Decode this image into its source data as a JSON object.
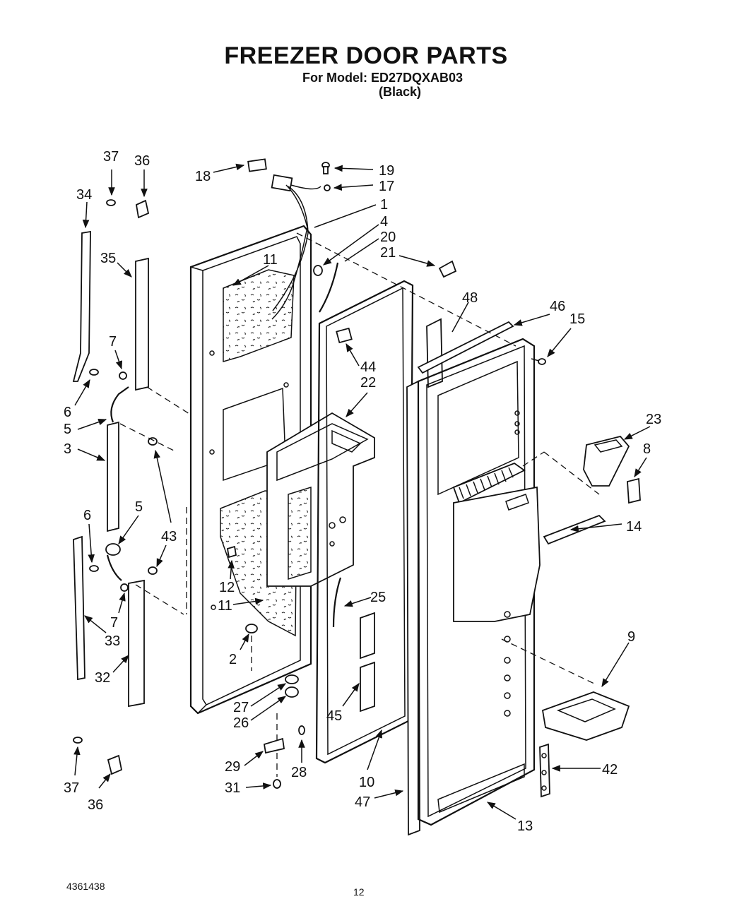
{
  "header": {
    "title": "FREEZER DOOR PARTS",
    "model_line": "For Model: ED27DQXAB03",
    "color_note": "(Black)"
  },
  "footer": {
    "document_number": "4361438",
    "page_number": "12"
  },
  "callouts": {
    "p1": "1",
    "p2": "2",
    "p3": "3",
    "p4": "4",
    "p5a": "5",
    "p5b": "5",
    "p6a": "6",
    "p6b": "6",
    "p7a": "7",
    "p7b": "7",
    "p8": "8",
    "p9": "9",
    "p10": "10",
    "p11a": "11",
    "p11b": "11",
    "p12": "12",
    "p13": "13",
    "p14": "14",
    "p15": "15",
    "p17": "17",
    "p18": "18",
    "p19": "19",
    "p20": "20",
    "p21": "21",
    "p22": "22",
    "p23": "23",
    "p25": "25",
    "p26": "26",
    "p27": "27",
    "p28": "28",
    "p29": "29",
    "p31": "31",
    "p32": "32",
    "p33": "33",
    "p34": "34",
    "p35": "35",
    "p36a": "36",
    "p36b": "36",
    "p37a": "37",
    "p37b": "37",
    "p42": "42",
    "p43": "43",
    "p44": "44",
    "p45": "45",
    "p46": "46",
    "p47": "47",
    "p48": "48"
  }
}
